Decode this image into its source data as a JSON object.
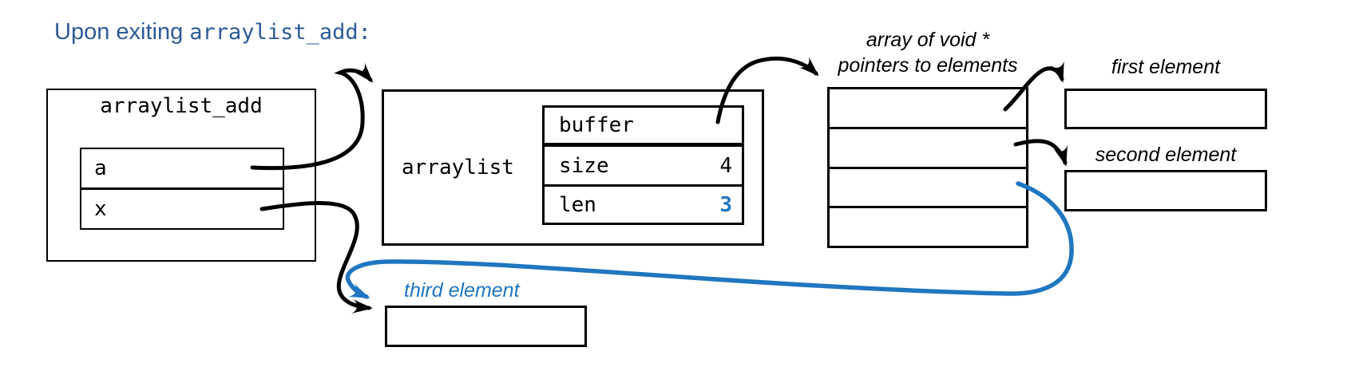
{
  "title": {
    "prefix": "Upon exiting ",
    "code": "arraylist_add:"
  },
  "colors": {
    "title_text": "#2E5B97",
    "accent_blue": "#2176C0",
    "line_black": "#000000"
  },
  "stack_frame": {
    "title": "arraylist_add",
    "vars": [
      {
        "name": "a"
      },
      {
        "name": "x"
      }
    ]
  },
  "arraylist_box": {
    "label": "arraylist",
    "fields": [
      {
        "name": "buffer",
        "value": ""
      },
      {
        "name": "size",
        "value": "4"
      },
      {
        "name": "len",
        "value": "3",
        "highlighted": true
      }
    ]
  },
  "pointer_array": {
    "label_line1": "array of void *",
    "label_line2": "pointers to elements",
    "cell_count": 4
  },
  "elements": {
    "first": {
      "label": "first element"
    },
    "second": {
      "label": "second element"
    },
    "third": {
      "label": "third element"
    }
  }
}
